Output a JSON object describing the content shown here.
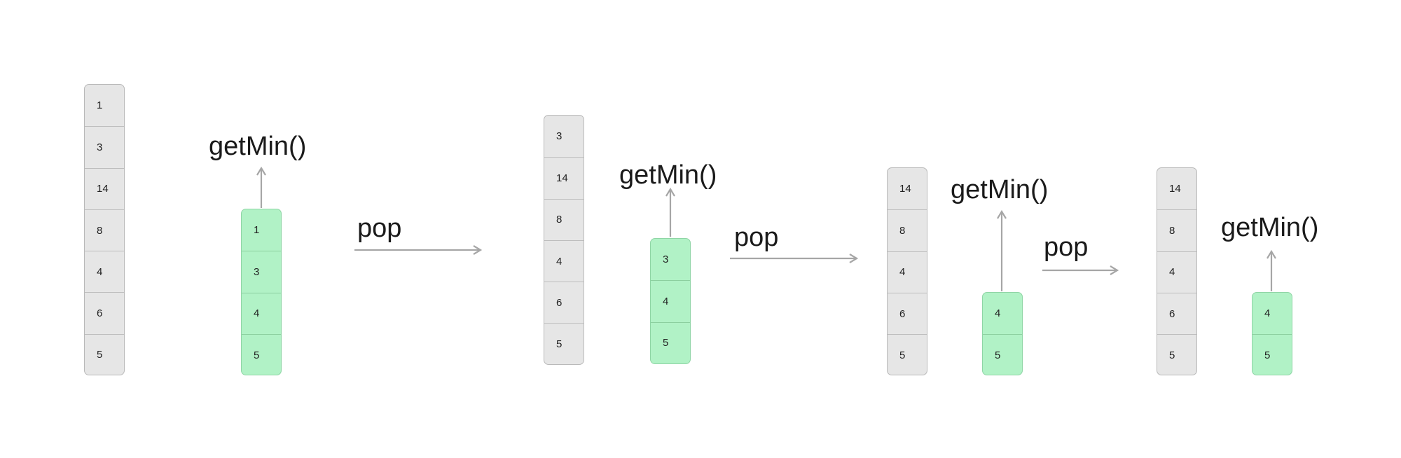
{
  "stages": [
    {
      "main_stack": [
        "1",
        "3",
        "14",
        "8",
        "4",
        "6",
        "5"
      ],
      "min_stack": [
        "1",
        "3",
        "4",
        "5"
      ],
      "getmin_label": "getMin()"
    },
    {
      "main_stack": [
        "3",
        "14",
        "8",
        "4",
        "6",
        "5"
      ],
      "min_stack": [
        "3",
        "4",
        "5"
      ],
      "getmin_label": "getMin()"
    },
    {
      "main_stack": [
        "14",
        "8",
        "4",
        "6",
        "5"
      ],
      "min_stack": [
        "4",
        "5"
      ],
      "getmin_label": "getMin()"
    },
    {
      "main_stack": [
        "14",
        "8",
        "4",
        "6",
        "5"
      ],
      "min_stack": [
        "4",
        "5"
      ],
      "getmin_label": "getMin()"
    }
  ],
  "transitions": [
    {
      "label": "pop"
    },
    {
      "label": "pop"
    },
    {
      "label": "pop"
    }
  ],
  "colors": {
    "main_stack_fill": "#e6e6e6",
    "min_stack_fill": "#b1f2c6",
    "arrow": "#a6a6a6",
    "text": "#1a1a1a"
  }
}
